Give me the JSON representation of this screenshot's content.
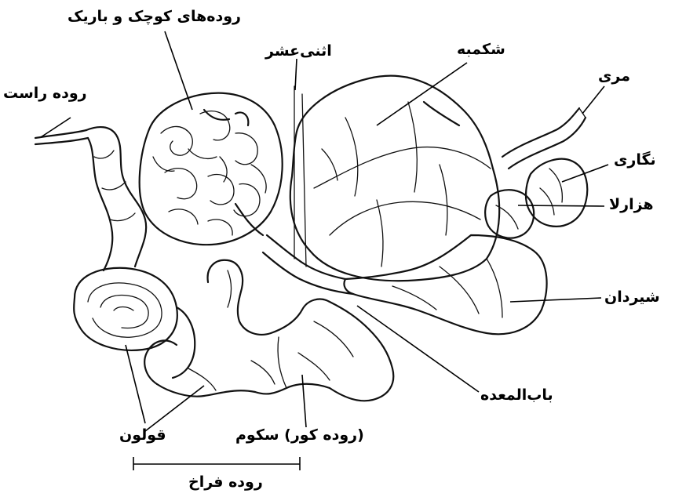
{
  "labels": {
    "small_intestine": "روده‌های کوچک و باریک",
    "rectum": "روده راست",
    "duodenum": "اثنی‌عشر",
    "rumen": "شکمبه",
    "esophagus": "مری",
    "reticulum": "نگاری",
    "omasum": "هزارلا",
    "abomasum": "شیردان",
    "pylorus": "باب‌المعده",
    "colon": "قولون",
    "cecum": "(روده کور) سکوم",
    "large_intestine": "روده فراخ"
  }
}
